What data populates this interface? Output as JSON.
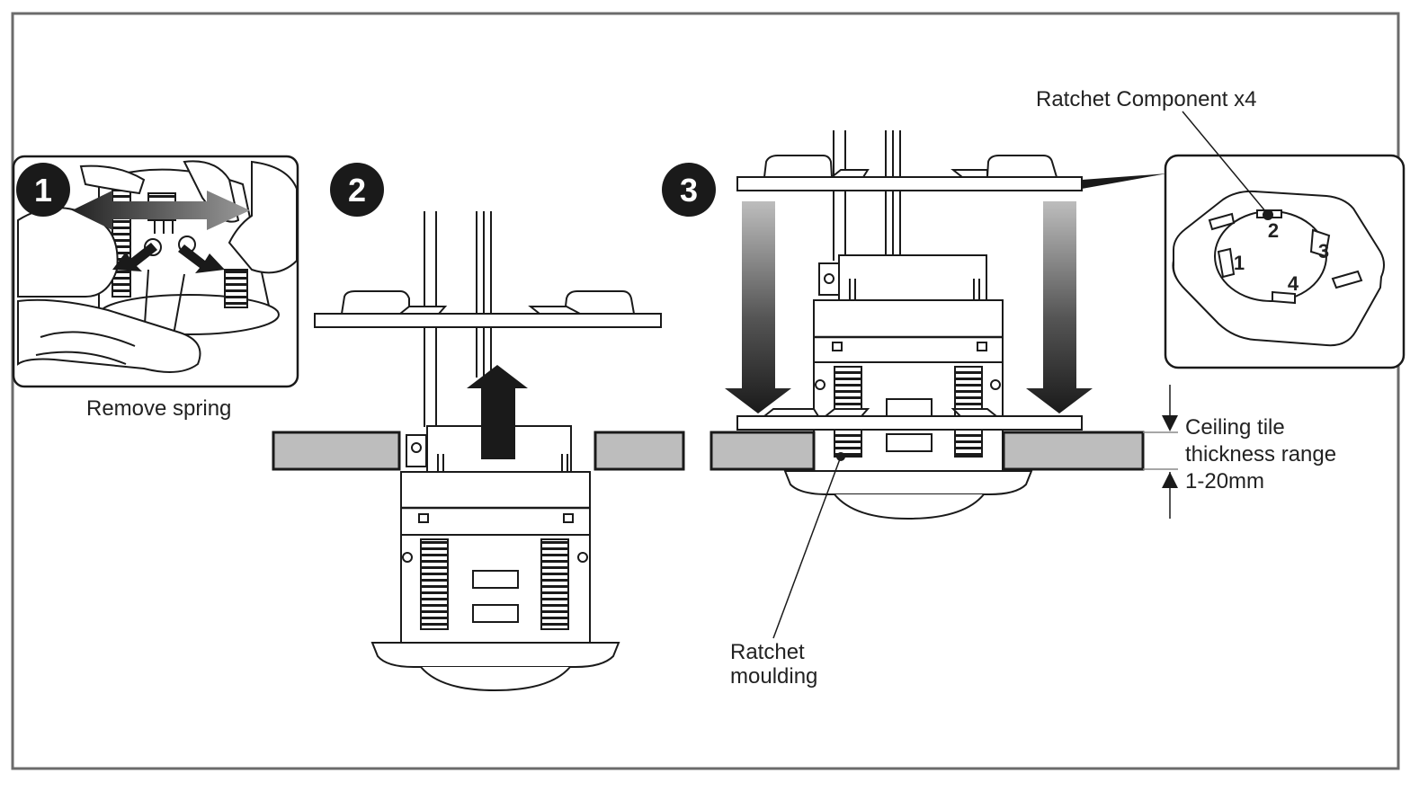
{
  "steps": {
    "step1": {
      "badge": "1",
      "caption": "Remove spring"
    },
    "step2": {
      "badge": "2"
    },
    "step3": {
      "badge": "3"
    }
  },
  "callouts": {
    "ratchet_component": "Ratchet Component x4",
    "ratchet_positions": [
      "1",
      "2",
      "3",
      "4"
    ],
    "ceiling_thickness": [
      "Ceiling tile",
      "thickness range",
      "1-20mm"
    ],
    "ratchet_moulding": [
      "Ratchet",
      "moulding"
    ]
  },
  "colors": {
    "frame": "#6b6b6b",
    "ink": "#1a1a1a",
    "badge": "#1a1a1a",
    "ceiling_fill": "#bdbdbd",
    "arrow_dark": "#1a1a1a",
    "arrow_grad_light": "#9a9a9a",
    "panel_bg": "#ffffff"
  }
}
